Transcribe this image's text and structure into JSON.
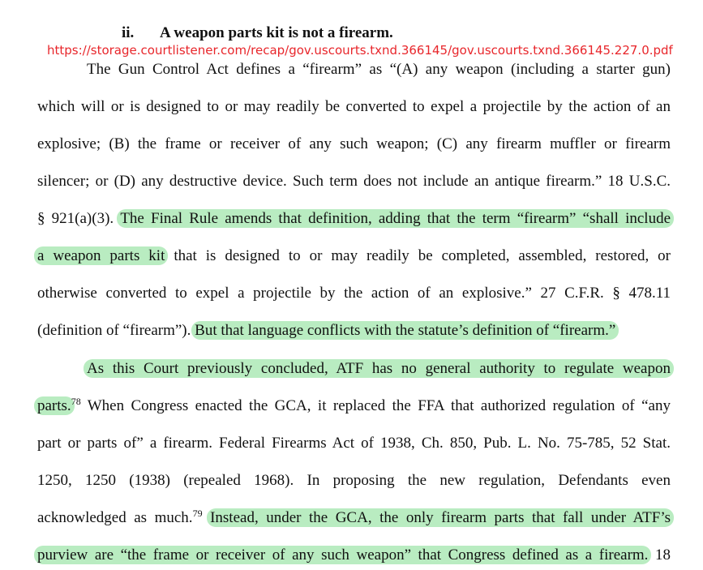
{
  "heading": {
    "number": "ii.",
    "title": "A weapon parts kit is not a firearm."
  },
  "source_url": "https://storage.courtlistener.com/recap/gov.uscourts.txnd.366145/gov.uscourts.txnd.366145.227.0.pdf",
  "lines": {
    "l1": "The Gun Control Act defines a “firearm” as “(A) any weapon (including a starter gun)",
    "l2": "which will or is designed to or may readily be converted to expel a projectile by the action of an",
    "l3": "explosive; (B) the frame or receiver of any such weapon; (C) any firearm muffler or firearm",
    "l4": "silencer; or (D) any destructive device. Such term does not include an antique firearm.” 18 U.S.C.",
    "l5a": "§ 921(a)(3).",
    "l5b": "The Final Rule amends that definition, adding that the term “firearm” “shall include",
    "l6a": "a weapon parts kit",
    "l6b": "that is designed to or may readily be completed, assembled, restored, or",
    "l7": "otherwise converted to expel a projectile by the action of an explosive.” 27 C.F.R. § 478.11",
    "l8a": "(definition of “firearm”).",
    "l8b": "But that language conflicts with the statute’s definition of “firearm.”",
    "l9": "As this Court previously concluded, ATF has no general authority to regulate weapon",
    "l10a": "parts.",
    "l10fn": "78",
    "l10b": "When Congress enacted the GCA, it replaced the FFA that authorized regulation of “any",
    "l11": "part or parts of” a firearm. Federal Firearms Act of 1938, Ch. 850, Pub. L. No. 75-785, 52 Stat.",
    "l12": "1250, 1250 (1938) (repealed 1968). In proposing the new regulation, Defendants even",
    "l13a": "acknowledged as much.",
    "l13fn": "79",
    "l13b": "Instead, under the GCA, the only firearm parts that fall under ATF’s",
    "l14a": "purview are “the frame or receiver of any such weapon” that Congress defined as a firearm.",
    "l14b": "18"
  },
  "colors": {
    "highlight": "#b9ecc1",
    "url_text": "#e8262b",
    "body_text": "#111111"
  }
}
